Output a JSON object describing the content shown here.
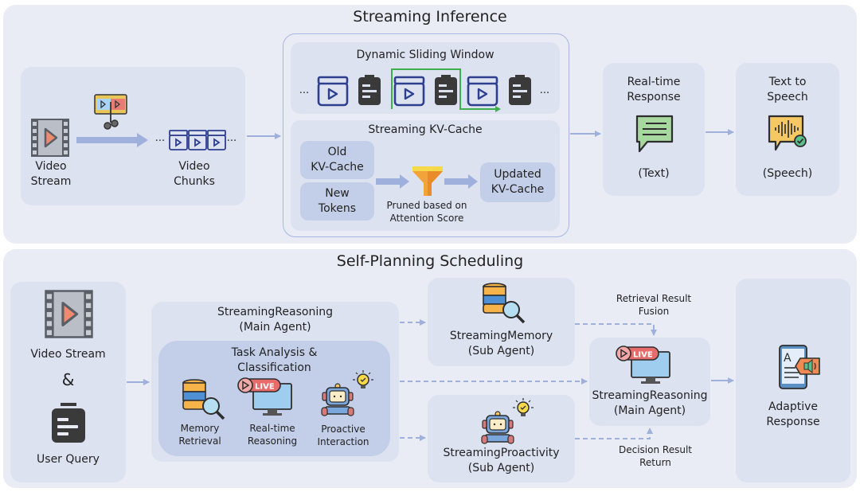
{
  "top_section": {
    "title": "Streaming Inference",
    "input": {
      "video_stream_label": "Video\nStream",
      "video_chunks_label": "Video\nChunks",
      "ellipsis": "..."
    },
    "sliding_window": {
      "title": "Dynamic Sliding Window",
      "ellipsis": "..."
    },
    "kv_cache": {
      "title": "Streaming KV-Cache",
      "old_cache": "Old\nKV-Cache",
      "new_tokens": "New\nTokens",
      "prune_caption": "Pruned based on\nAttention Score",
      "updated_cache": "Updated\nKV-Cache"
    },
    "realtime_response": {
      "title": "Real-time\nResponse",
      "caption": "(Text)"
    },
    "tts": {
      "title": "Text to\nSpeech",
      "caption": "(Speech)"
    }
  },
  "bottom_section": {
    "title": "Self-Planning Scheduling",
    "inputs": {
      "video_stream": "Video Stream",
      "ampersand": "&",
      "user_query": "User Query"
    },
    "main_agent": {
      "title": "StreamingReasoning\n(Main Agent)",
      "task_box_title": "Task Analysis &\nClassification",
      "tasks": [
        {
          "label": "Memory\nRetrieval",
          "icon": "database-search-icon"
        },
        {
          "label": "Real-time\nReasoning",
          "icon": "live-monitor-icon"
        },
        {
          "label": "Proactive\nInteraction",
          "icon": "robot-idea-icon"
        }
      ]
    },
    "memory_agent": {
      "title": "StreamingMemory\n(Sub Agent)"
    },
    "proactivity_agent": {
      "title": "StreamingProactivity\n(Sub Agent)"
    },
    "reasoning_agent": {
      "title": "StreamingReasoning\n(Main Agent)"
    },
    "retrieval_note": "Retrieval Result\nFusion",
    "decision_note": "Decision Result\nReturn",
    "output": {
      "title": "Adaptive\nResponse"
    },
    "live_badge": "LIVE"
  },
  "colors": {
    "panel_bg": "#e9ecf5",
    "card_bg": "#dde2f1",
    "inner_bg": "#c3cfe8",
    "arrow": "#9fb0dc",
    "chunk_icon": "#2e3f8f",
    "doc_icon": "#3a3a3a",
    "window_highlight": "#3fae4e",
    "live_red": "#e86b6b",
    "funnel": "#f2a33a"
  }
}
